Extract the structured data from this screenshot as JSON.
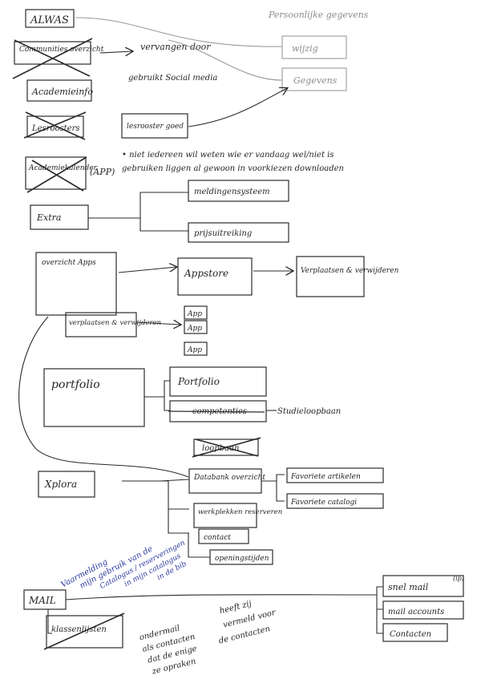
{
  "nodes": {
    "alwas": "ALWAS",
    "communities": "Communities overzicht",
    "verwangen": "vervangen door",
    "gebruikt_social": "gebruikt Social media",
    "persoonlijke_gegevens": "Persoonlijke gegevens",
    "wijzig": "wijzig",
    "gegevens": "Gegevens",
    "academieinfo": "Academieinfo",
    "lesroosters": "Lesroosters",
    "lesrooster_goed": "lesrooster goed",
    "acadkalender": "Academiekalender",
    "app_note": "(APP)",
    "note_line1": "• niet iedereen wil weten wie er vandaag wel/niet is",
    "note_line2": "gebruiken liggen al gewoon in voorkiezen downloaden",
    "extra": "Extra",
    "meldingssysteem": "meldingensysteem",
    "prijsuitreiking": "prijsuitreiking",
    "overzicht_apps": "overzicht Apps",
    "appstore": "Appstore",
    "verplaatsen_verwijderen": "Verplaatsen & verwijderen",
    "verplaatsen_verwijderen_small": "verplaatsen & verwijderen",
    "app1": "App",
    "app2": "App",
    "app3": "App",
    "portfolio_main": "portfolio",
    "portfolio": "Portfolio",
    "competenties": "competenties",
    "studieloopbaan": "Studieloopbaan",
    "loopbaan_strike": "loopbaan",
    "xplora": "Xplora",
    "databank": "Databank overzicht",
    "favoriete_artikelen": "Favoriete artikelen",
    "favoriete_catalogus": "Favoriete catalogi",
    "werkplek": "werkplekken reserveren",
    "contact": "contact",
    "openingstijden": "openingstijden",
    "blue_note_1": "Vaarmelding",
    "blue_note_2": "mijn gebruik van de",
    "blue_note_3": "Catalogus / reserveringen",
    "blue_note_4": "in mijn catalogus",
    "blue_note_5": "in de bib",
    "mail": "MAIL",
    "klassenlijsten": "klassenlijsten",
    "ondermail": "ondermail",
    "als_contacten": "als contacten",
    "dat_de_enige": "dat de enige",
    "ze_opraken": "ze opraken",
    "heeft_zij": "heeft zij",
    "vermeld_voor": "vermeld voor",
    "de_contacten": "de contacten",
    "snel_mail": "snel mail",
    "ip_note": "(ip)",
    "mail_accounts": "mail accounts",
    "contacten": "Contacten"
  },
  "colors": {
    "ink": "#262626",
    "faded_ink": "#8c8c8c",
    "blue_ink": "#2a3aa0"
  }
}
